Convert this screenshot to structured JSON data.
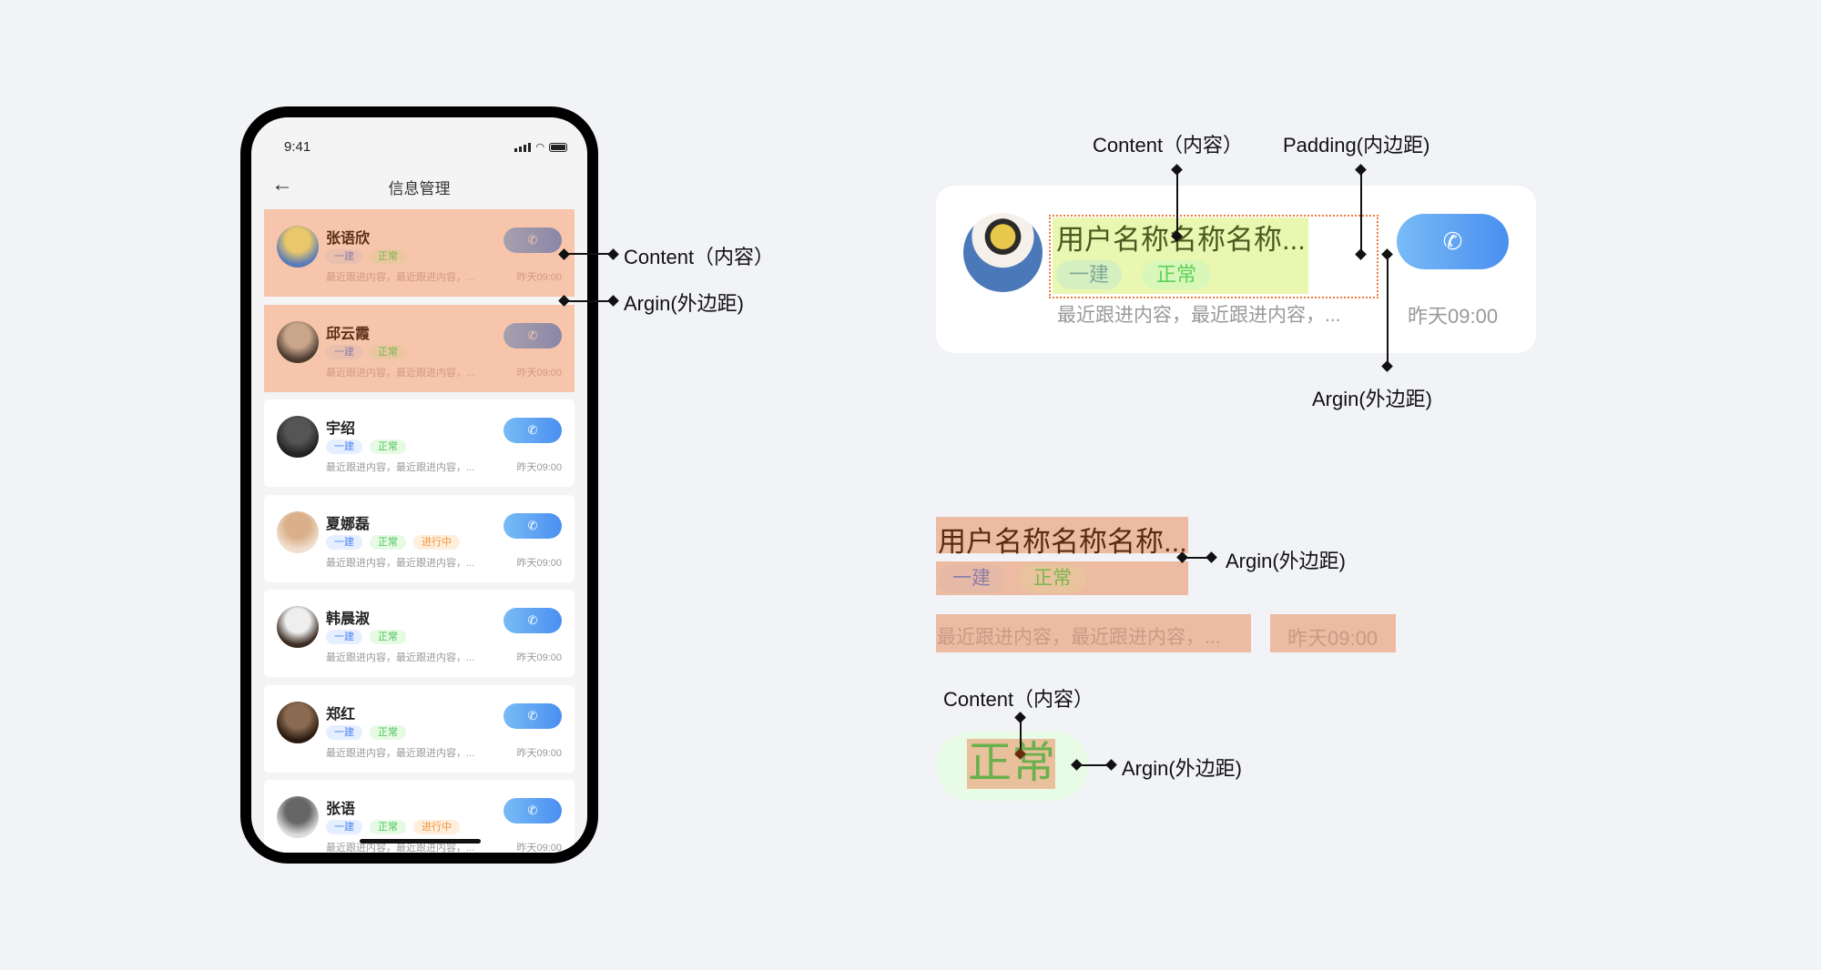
{
  "phone": {
    "status_time": "9:41",
    "nav_title": "信息管理",
    "back_icon": "arrow-left-icon",
    "contacts": [
      {
        "name": "张语欣",
        "tags": [
          {
            "label": "一建",
            "type": "blue"
          },
          {
            "label": "正常",
            "type": "green"
          }
        ],
        "desc": "最近跟进内容，最近跟进内容，...",
        "time": "昨天09:00",
        "highlighted": true,
        "avatar": [
          "#e8c86a",
          "#5a7ab8"
        ]
      },
      {
        "name": "邱云霞",
        "tags": [
          {
            "label": "一建",
            "type": "blue"
          },
          {
            "label": "正常",
            "type": "green"
          }
        ],
        "desc": "最近跟进内容，最近跟进内容，...",
        "time": "昨天09:00",
        "highlighted": true,
        "avatar": [
          "#c9a58a",
          "#4a3a30"
        ]
      },
      {
        "name": "宇绍",
        "tags": [
          {
            "label": "一建",
            "type": "blue"
          },
          {
            "label": "正常",
            "type": "green"
          }
        ],
        "desc": "最近跟进内容，最近跟进内容，...",
        "time": "昨天09:00",
        "highlighted": false,
        "avatar": [
          "#555",
          "#222"
        ]
      },
      {
        "name": "夏娜磊",
        "tags": [
          {
            "label": "一建",
            "type": "blue"
          },
          {
            "label": "正常",
            "type": "green"
          },
          {
            "label": "进行中",
            "type": "orange"
          }
        ],
        "desc": "最近跟进内容，最近跟进内容，...",
        "time": "昨天09:00",
        "highlighted": false,
        "avatar": [
          "#d9b08a",
          "#f0e0d0"
        ]
      },
      {
        "name": "韩晨淑",
        "tags": [
          {
            "label": "一建",
            "type": "blue"
          },
          {
            "label": "正常",
            "type": "green"
          }
        ],
        "desc": "最近跟进内容，最近跟进内容，...",
        "time": "昨天09:00",
        "highlighted": false,
        "avatar": [
          "#eee",
          "#3a2a20"
        ]
      },
      {
        "name": "郑红",
        "tags": [
          {
            "label": "一建",
            "type": "blue"
          },
          {
            "label": "正常",
            "type": "green"
          }
        ],
        "desc": "最近跟进内容，最近跟进内容，...",
        "time": "昨天09:00",
        "highlighted": false,
        "avatar": [
          "#8a6a50",
          "#2a1a10"
        ]
      },
      {
        "name": "张语",
        "tags": [
          {
            "label": "一建",
            "type": "blue"
          },
          {
            "label": "正常",
            "type": "green"
          },
          {
            "label": "进行中",
            "type": "orange"
          }
        ],
        "desc": "最近跟进内容，最近跟进内容，...",
        "time": "昨天09:00",
        "highlighted": false,
        "avatar": [
          "#666",
          "#ddd"
        ]
      }
    ]
  },
  "annotations": {
    "content": "Content（内容）",
    "margin": "Argin(外边距)",
    "padding": "Padding(内边距)"
  },
  "detail_card": {
    "name": "用户名称名称名称...",
    "tag1": "一建",
    "tag2": "正常",
    "desc": "最近跟进内容，最近跟进内容，...",
    "time": "昨天09:00",
    "call_icon": "phone-icon"
  },
  "colors": {
    "accent": "#4a8ff0",
    "highlight": "#edbba2",
    "content_box": "#e9f7b0",
    "tag_green": "#4bc557"
  }
}
